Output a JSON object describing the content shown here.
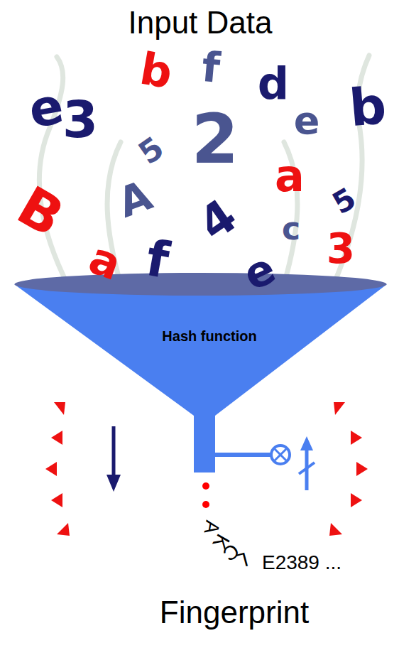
{
  "diagram": {
    "title": "Input Data",
    "caption": "Fingerprint",
    "nodes": [
      {
        "text": [
          "Hash function"
        ]
      }
    ],
    "labels": [
      "e",
      "3",
      "b",
      "5",
      "f",
      "2",
      "d",
      "e",
      "b",
      "a",
      "5",
      "B",
      "A",
      "4",
      "c",
      "3",
      "a",
      "f",
      "e",
      "A",
      "K",
      "C",
      "L",
      "E2389 ..."
    ]
  }
}
